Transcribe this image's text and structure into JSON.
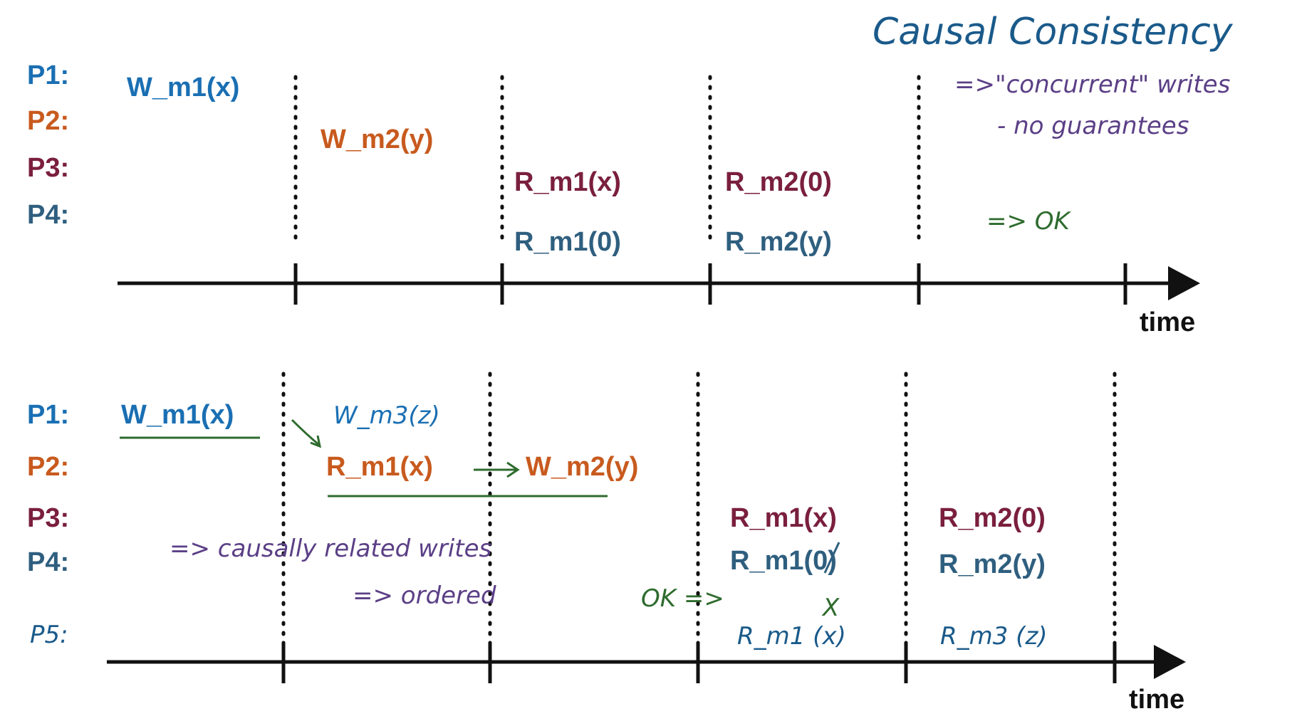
{
  "title": "Causal Consistency",
  "colors": {
    "p1": "#1a6fb3",
    "p2": "#c85a1e",
    "p3": "#7a1f3d",
    "p4": "#2f5f7f",
    "p5": "#1a5a8a",
    "note_purple": "#5b3f86",
    "note_green": "#2e6b2e",
    "axis": "#111111"
  },
  "top": {
    "processes": [
      "P1:",
      "P2:",
      "P3:",
      "P4:"
    ],
    "ops": {
      "p1_w": "W_m1(x)",
      "p2_w": "W_m2(y)",
      "p3_r1": "R_m1(x)",
      "p3_r2": "R_m2(0)",
      "p4_r1": "R_m1(0)",
      "p4_r2": "R_m2(y)"
    },
    "notes": {
      "concurrent": "=>\"concurrent\" writes",
      "no_guarantees": "- no guarantees",
      "ok": "=> OK"
    },
    "time_label": "time"
  },
  "bottom": {
    "processes": [
      "P1:",
      "P2:",
      "P3:",
      "P4:",
      "P5:"
    ],
    "ops": {
      "p1_w1": "W_m1(x)",
      "p1_w3": "W_m3(z)",
      "p2_r1": "R_m1(x)",
      "p2_w2": "W_m2(y)",
      "p3_r1": "R_m1(x)",
      "p3_r2": "R_m2(0)",
      "p4_r1": "R_m1(0)",
      "p4_r2": "R_m2(y)",
      "p5_r1": "R_m1 (x)",
      "p5_r3": "R_m3 (z)"
    },
    "notes": {
      "causal": "=> causally related writes",
      "ordered": "=> ordered",
      "ok": "OK =>",
      "x_mark": "X"
    },
    "time_label": "time"
  }
}
